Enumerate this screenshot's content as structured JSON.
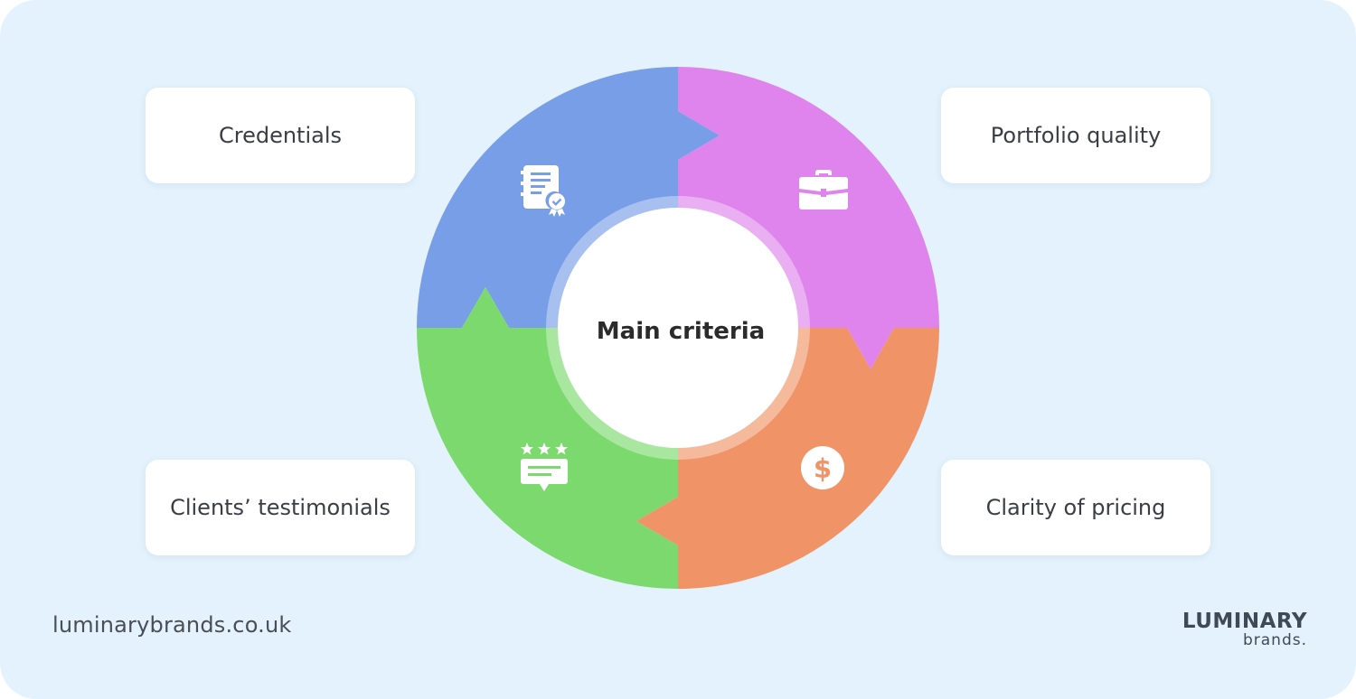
{
  "diagram": {
    "center_label": "Main criteria",
    "segments": [
      {
        "label": "Credentials",
        "color": "#789ee8",
        "icon": "certificate-icon"
      },
      {
        "label": "Portfolio quality",
        "color": "#df84ec",
        "icon": "briefcase-icon"
      },
      {
        "label": "Clients’ testimonials",
        "color": "#7cd96e",
        "icon": "review-stars-icon"
      },
      {
        "label": "Clarity of pricing",
        "color": "#f09468",
        "icon": "dollar-coin-icon"
      }
    ]
  },
  "footer": {
    "website": "luminarybrands.co.uk",
    "logo_line1": "LUMINARY",
    "logo_line2": "brands."
  }
}
